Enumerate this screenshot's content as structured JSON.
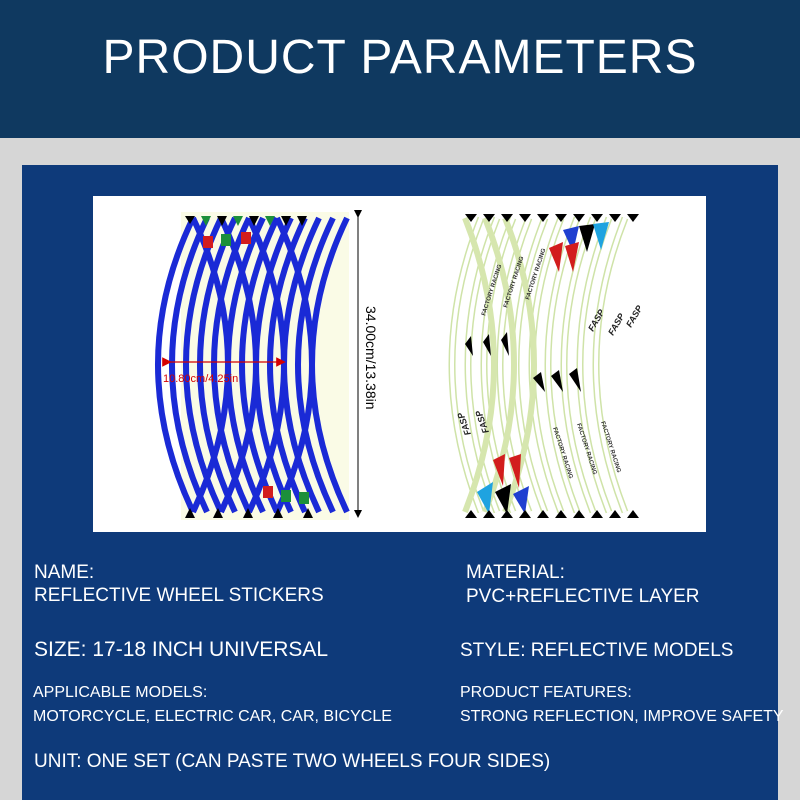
{
  "header": {
    "title": "PRODUCT PARAMETERS"
  },
  "figure": {
    "height_label": "34.00cm/13.38in",
    "width_label": "10.80cm/4.25in",
    "stripe_text_a": "FACTORY RACING",
    "stripe_text_b": "FASP"
  },
  "specs": {
    "name_label": "NAME:",
    "name_value": "REFLECTIVE WHEEL STICKERS",
    "material_label": "MATERIAL:",
    "material_value": "PVC+REFLECTIVE LAYER",
    "size": "SIZE: 17-18 INCH UNIVERSAL",
    "style": "STYLE: REFLECTIVE MODELS",
    "models_label": "APPLICABLE MODELS:",
    "models_value": "MOTORCYCLE, ELECTRIC CAR, CAR, BICYCLE",
    "features_label": "PRODUCT FEATURES:",
    "features_value": "STRONG REFLECTION, IMPROVE SAFETY",
    "unit": "UNIT: ONE SET (CAN PASTE TWO WHEELS FOUR SIDES)"
  }
}
